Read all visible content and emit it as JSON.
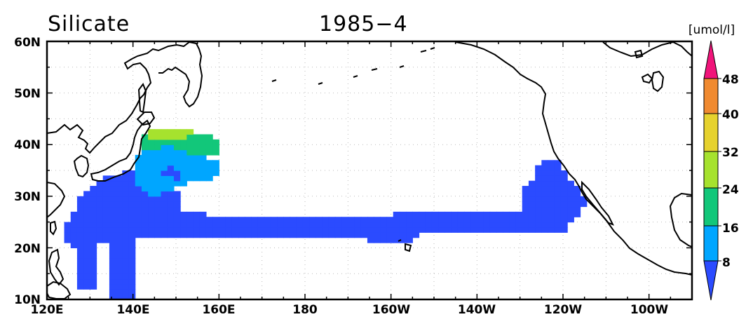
{
  "title": {
    "variable": "Silicate",
    "date": "1985−4"
  },
  "colorbar": {
    "unit": "[umol/l]",
    "levels": [
      "8",
      "16",
      "24",
      "32",
      "40",
      "48"
    ],
    "colors": [
      "#2b4bff",
      "#00a6ff",
      "#12c77a",
      "#a6e22e",
      "#e6d22e",
      "#f08a30",
      "#f0147a"
    ]
  },
  "axes": {
    "x_ticks": [
      "120E",
      "140E",
      "160E",
      "180",
      "160W",
      "140W",
      "120W",
      "100W"
    ],
    "y_ticks": [
      "10N",
      "20N",
      "30N",
      "40N",
      "50N",
      "60N"
    ]
  },
  "chart_data": {
    "type": "heatmap",
    "title": "Silicate 1985−4",
    "xlim": [
      120,
      270
    ],
    "ylim": [
      10,
      60
    ],
    "grid": true,
    "colorbar_unit": "[umol/l]",
    "levels": [
      8,
      16,
      24,
      32,
      40,
      48
    ],
    "regions": [
      {
        "name": "",
        "lon_range": [
          126,
          160
        ],
        "lat_range": [
          10,
          35
        ],
        "class": "<8"
      },
      {
        "name": "",
        "lon_range": [
          132,
          248
        ],
        "lat_range": [
          21,
          28
        ],
        "class": "<8"
      },
      {
        "name": "",
        "lon_range": [
          230,
          243
        ],
        "lat_range": [
          28,
          38
        ],
        "class": "<8"
      },
      {
        "name": "",
        "lon_range": [
          141,
          160
        ],
        "lat_range": [
          33,
          40
        ],
        "class": "8-16"
      },
      {
        "name": "",
        "lon_range": [
          142,
          160
        ],
        "lat_range": [
          38,
          42
        ],
        "class": "16-24"
      },
      {
        "name": "",
        "lon_range": [
          143,
          154
        ],
        "lat_range": [
          40,
          43
        ],
        "class": "24-32"
      }
    ]
  }
}
